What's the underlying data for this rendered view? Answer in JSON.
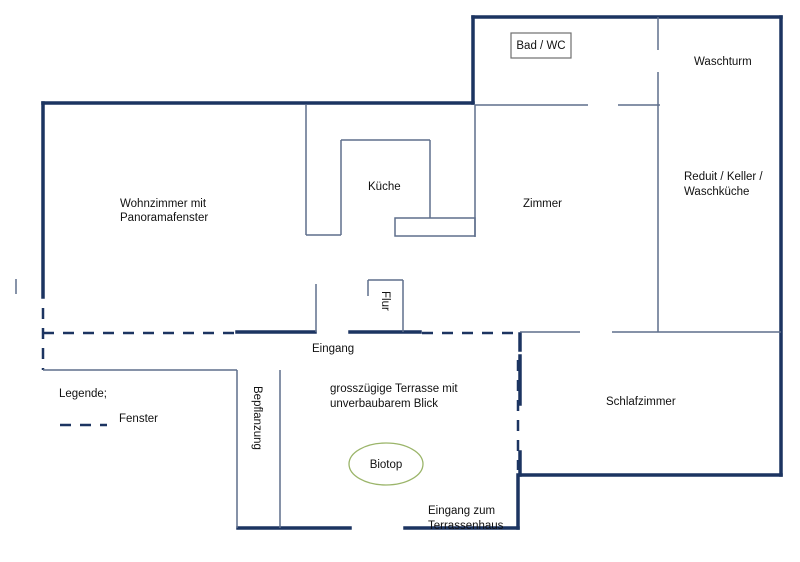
{
  "rooms": {
    "bad_wc": "Bad / WC",
    "waschturm": "Waschturm",
    "wohnzimmer": [
      "Wohnzimmer mit",
      "Panoramafenster"
    ],
    "kueche": "Küche",
    "zimmer": "Zimmer",
    "reduit": [
      "Reduit / Keller /",
      "Waschküche"
    ],
    "flur": "Flur",
    "eingang": "Eingang",
    "terrasse": [
      "grosszügige Terrasse mit",
      "unverbaubarem Blick"
    ],
    "bepflanzung": "Bepflanzung",
    "biotop": "Biotop",
    "schlafzimmer": "Schlafzimmer",
    "eingang_terrassenhaus": [
      "Eingang zum",
      "Terrassenhaus"
    ]
  },
  "legend": {
    "title": "Legende;",
    "fenster": "Fenster"
  },
  "colors": {
    "wall": "#1c3461",
    "inner_wall": "#5f6f8c",
    "biotop": "#9bb56a"
  }
}
